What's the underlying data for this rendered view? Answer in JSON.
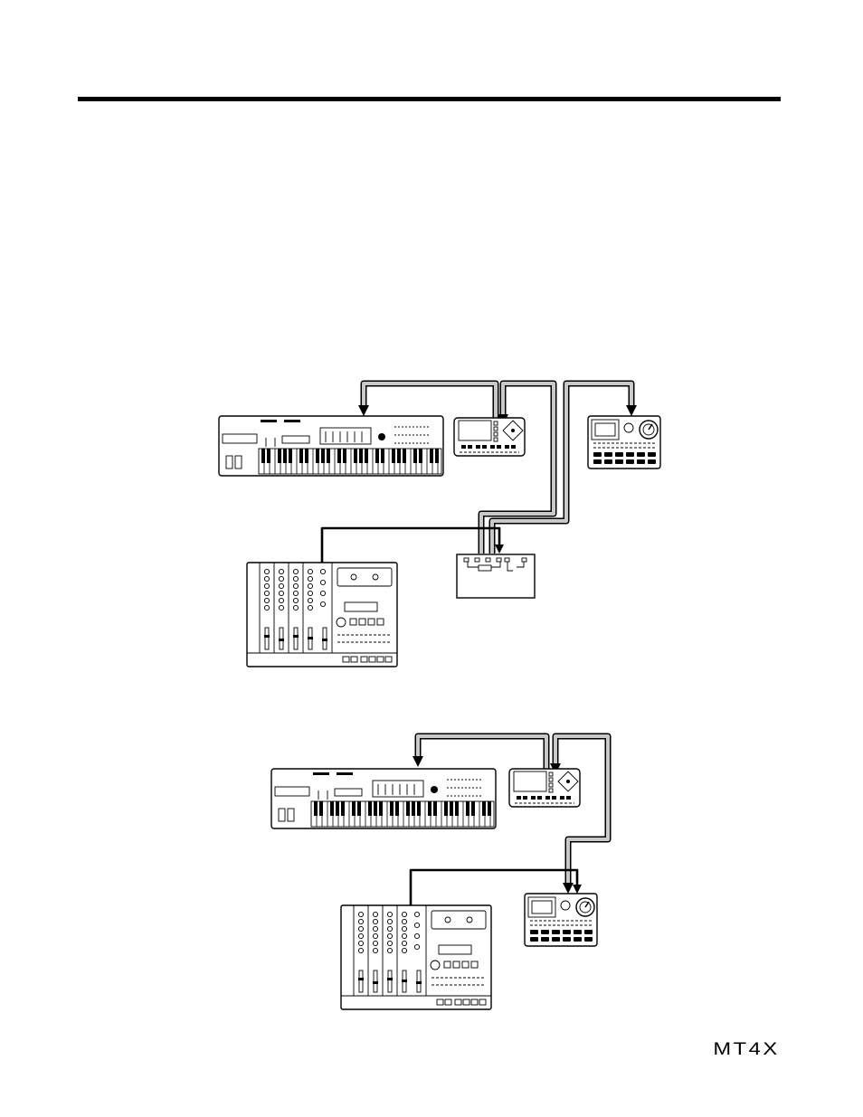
{
  "footer": {
    "product_logo": "MT4X"
  },
  "devices": {
    "keyboard": "synthesizer-keyboard",
    "sequencer": "sequencer",
    "drum_machine": "drum-machine",
    "midi_interface": "midi-interface",
    "multitrack": "multitrack-recorder"
  },
  "icons": [
    "keyboard-icon",
    "sequencer-icon",
    "drum-machine-icon",
    "midi-interface-icon",
    "multitrack-recorder-icon"
  ],
  "colors": {
    "cable_fill": "#c9c9c9",
    "ink": "#000000"
  }
}
